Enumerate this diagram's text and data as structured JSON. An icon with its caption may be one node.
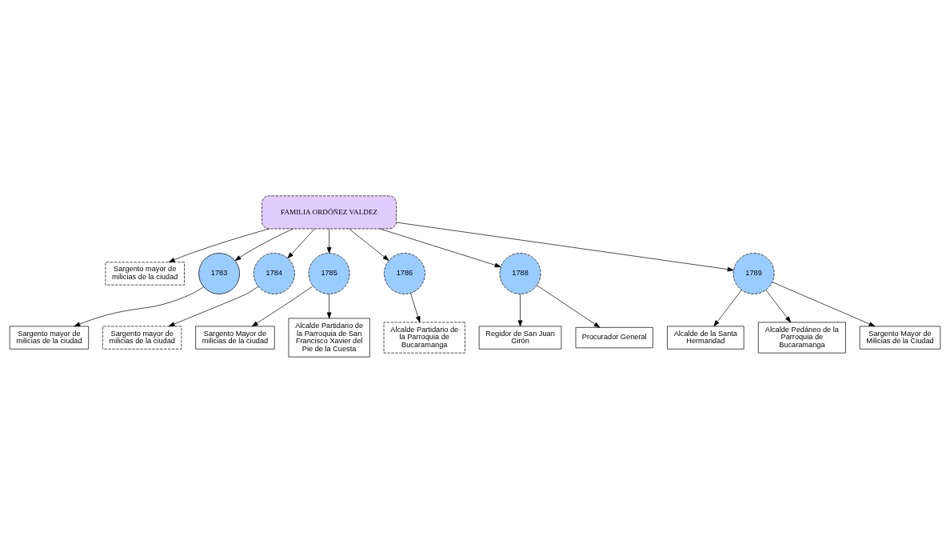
{
  "diagram": {
    "nodes": [
      {
        "text": [
          "FAMILIA ORDÓÑEZ VALDEZ"
        ]
      },
      {
        "text": [
          "Sargento mayor de milicias de la ciudad"
        ]
      },
      {
        "text": [
          "1783"
        ]
      },
      {
        "text": [
          "Sargento mayor de milicias de la ciudad"
        ]
      },
      {
        "text": [
          "1784"
        ]
      },
      {
        "text": [
          "Sargento mayor de milicias de la ciudad"
        ]
      },
      {
        "text": [
          "1785"
        ]
      },
      {
        "text": [
          "Sargento Mayor de milicias de la ciudad"
        ]
      },
      {
        "text": [
          "Alcalde Partidario de la Parroquia de San Francisco Xavier del Pie de la Cuesta"
        ]
      },
      {
        "text": [
          "1786"
        ]
      },
      {
        "text": [
          "Alcalde Partidario de la Parroquia de Bucaramanga"
        ]
      },
      {
        "text": [
          "1788"
        ]
      },
      {
        "text": [
          "Regidor de San Juan Girón"
        ]
      },
      {
        "text": [
          "Procurador General"
        ]
      },
      {
        "text": [
          "1789"
        ]
      },
      {
        "text": [
          "Alcalde de la Santa Hermandad"
        ]
      },
      {
        "text": [
          "Alcalde Pedáneo de la Parroquia de Bucaramanga"
        ]
      },
      {
        "text": [
          "Sargento Mayor de Milicias de la Ciudad"
        ]
      }
    ],
    "edges": [
      {
        "from": 0,
        "to": 1,
        "arrow": "to"
      },
      {
        "from": 0,
        "to": 2,
        "arrow": "to"
      },
      {
        "from": 2,
        "to": 3,
        "arrow": "to"
      },
      {
        "from": 0,
        "to": 4,
        "arrow": "to"
      },
      {
        "from": 4,
        "to": 5,
        "arrow": "to"
      },
      {
        "from": 0,
        "to": 6,
        "arrow": "to"
      },
      {
        "from": 6,
        "to": 7,
        "arrow": "to"
      },
      {
        "from": 6,
        "to": 8,
        "arrow": "to"
      },
      {
        "from": 0,
        "to": 9,
        "arrow": "to"
      },
      {
        "from": 9,
        "to": 10,
        "arrow": "to"
      },
      {
        "from": 0,
        "to": 11,
        "arrow": "to"
      },
      {
        "from": 11,
        "to": 12,
        "arrow": "to"
      },
      {
        "from": 11,
        "to": 13,
        "arrow": "to"
      },
      {
        "from": 0,
        "to": 14,
        "arrow": "to"
      },
      {
        "from": 14,
        "to": 15,
        "arrow": "to"
      },
      {
        "from": 14,
        "to": 16,
        "arrow": "to"
      },
      {
        "from": 14,
        "to": 17,
        "arrow": "to"
      }
    ]
  }
}
